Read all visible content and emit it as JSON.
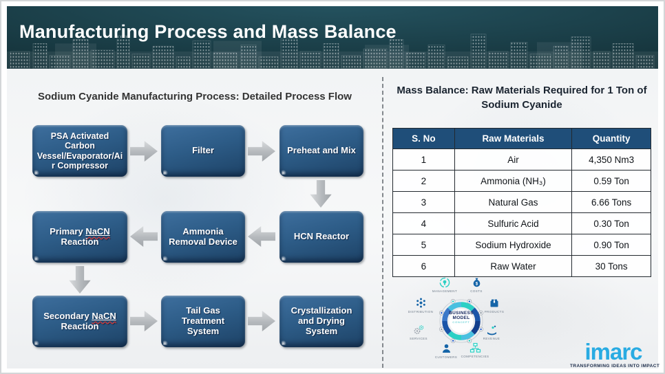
{
  "slide": {
    "title": "Manufacturing Process and Mass Balance"
  },
  "process_flow": {
    "heading": "Sodium Cyanide Manufacturing Process: Detailed Process Flow",
    "boxes": [
      {
        "label": "PSA Activated Carbon Vessel/Evaporator/Air Compressor"
      },
      {
        "label": "Filter"
      },
      {
        "label": "Preheat and Mix"
      },
      {
        "pre": "Primary ",
        "mark": "NaCN",
        "post": " Reaction"
      },
      {
        "label": "Ammonia Removal Device"
      },
      {
        "label": "HCN Reactor"
      },
      {
        "pre": "Secondary ",
        "mark": "NaCN",
        "post": " Reaction"
      },
      {
        "label": "Tail Gas Treatment System"
      },
      {
        "label": "Crystallization and Drying System"
      }
    ]
  },
  "mass_balance": {
    "heading": "Mass Balance: Raw Materials Required for 1 Ton of Sodium Cyanide",
    "table": {
      "columns": [
        "S. No",
        "Raw Materials",
        "Quantity"
      ],
      "rows": [
        [
          "1",
          "Air",
          "4,350 Nm3"
        ],
        [
          "2",
          "Ammonia (NH₃)",
          "0.59 Ton"
        ],
        [
          "3",
          "Natural Gas",
          "6.66 Tons"
        ],
        [
          "4",
          "Sulfuric Acid",
          "0.30 Ton"
        ],
        [
          "5",
          "Sodium Hydroxide",
          "0.90 Ton"
        ],
        [
          "6",
          "Raw Water",
          "30 Tons"
        ]
      ]
    }
  },
  "business_model": {
    "center": {
      "line1": "BUSINESS",
      "line2": "MODEL",
      "sub": "CONCEPT"
    },
    "items": [
      {
        "label": "MANAGEMENT"
      },
      {
        "label": "COSTS"
      },
      {
        "label": "DISTRIBUTION"
      },
      {
        "label": "PRODUCTS"
      },
      {
        "label": "SERVICES"
      },
      {
        "label": "REVENUE"
      },
      {
        "label": "CUSTOMERS"
      },
      {
        "label": "COMPETENCIES"
      }
    ]
  },
  "logo": {
    "name": "imarc",
    "tagline": "TRANSFORMING IDEAS INTO IMPACT"
  },
  "colors": {
    "header_bg": "#16363f",
    "box_blue": "#2d5c87",
    "table_header_bg": "#1f4e79",
    "arrow_gray": "#b4b8bc",
    "divider_gray": "#82878c",
    "teal": "#2bd0c5",
    "imarc_blue": "#29abe2"
  }
}
